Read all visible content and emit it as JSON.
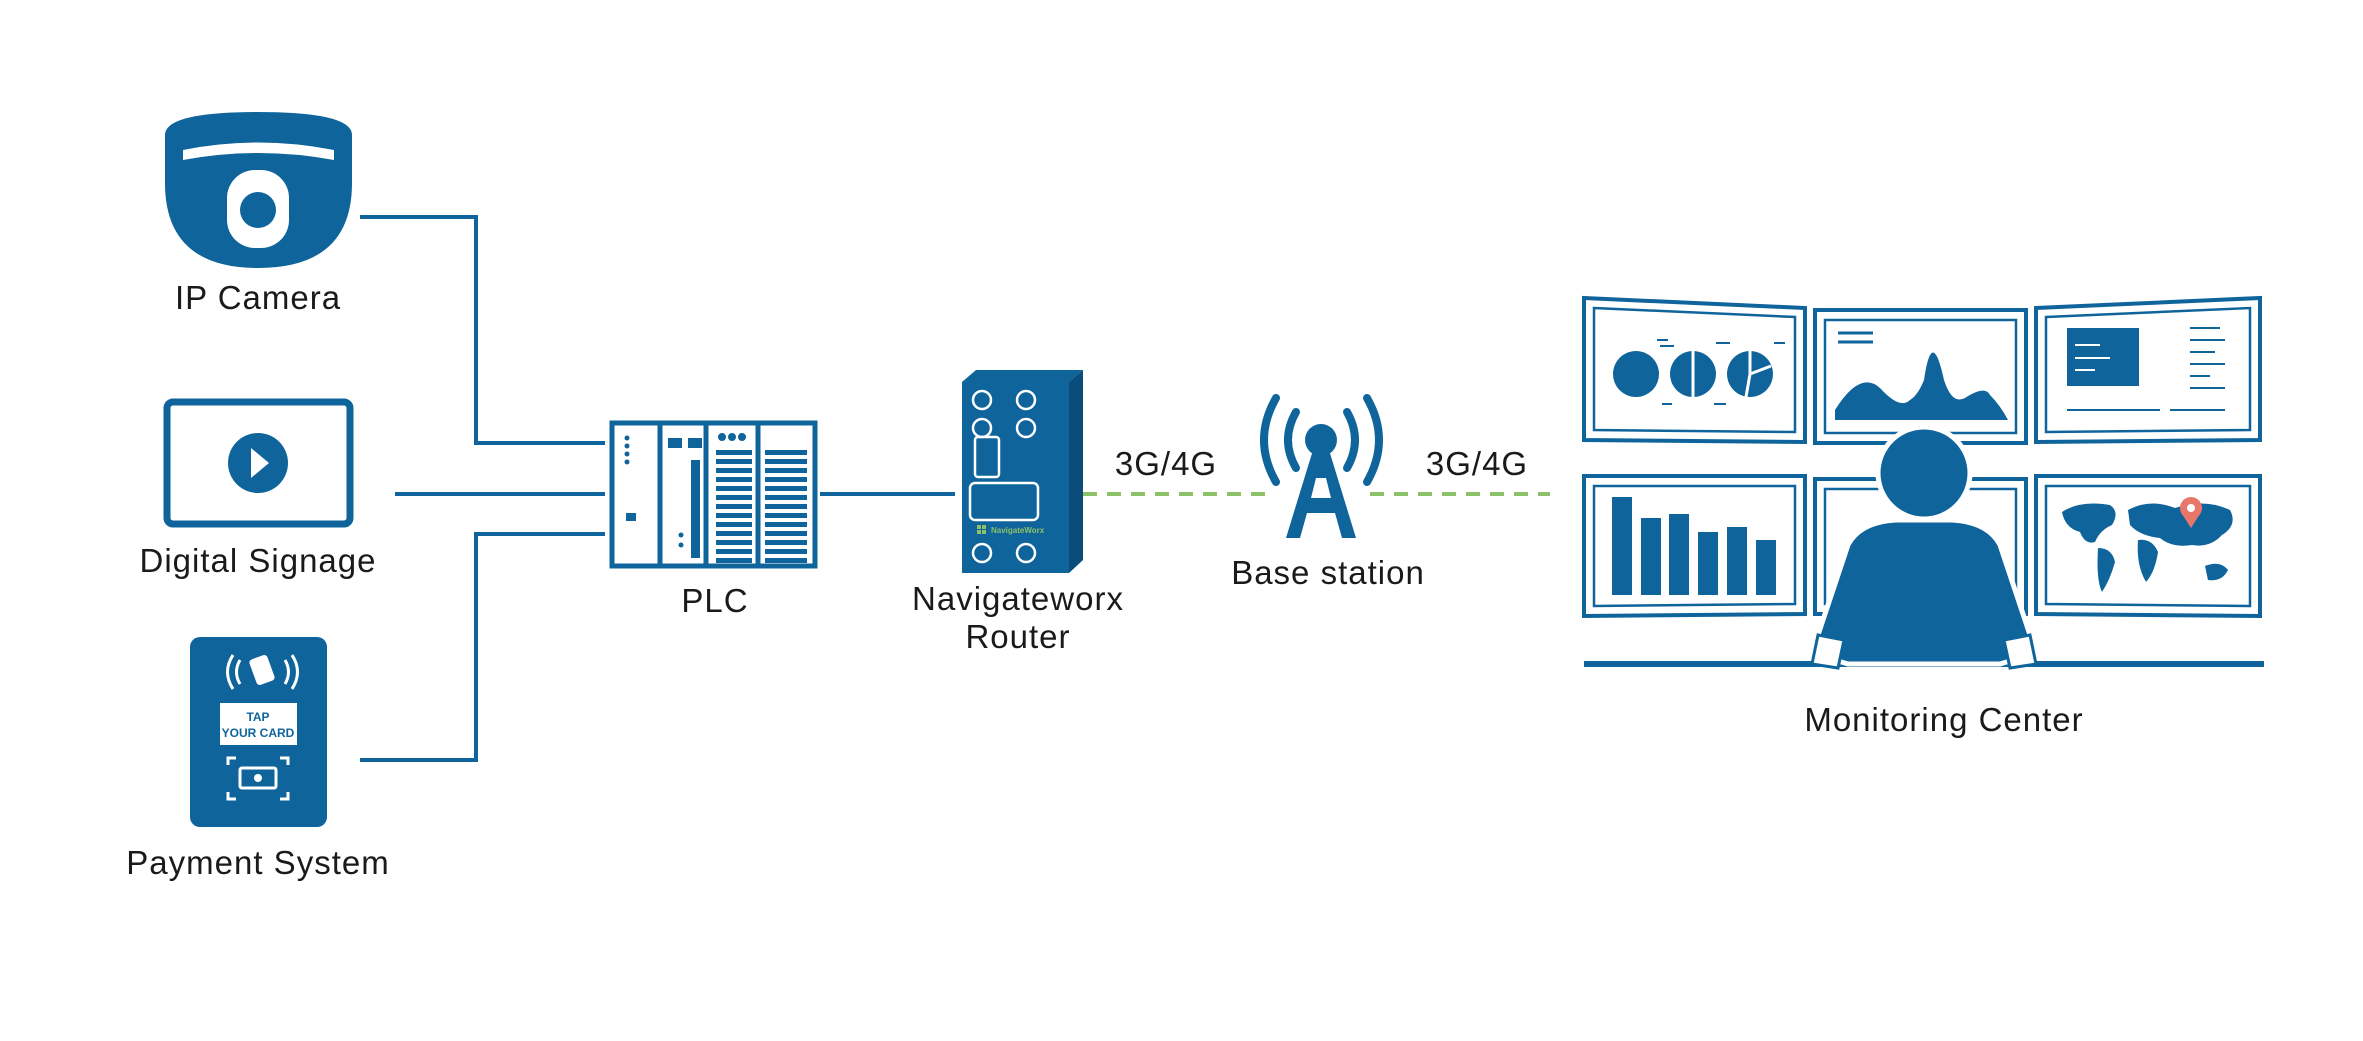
{
  "colors": {
    "primary": "#0f649b",
    "link_dashed": "#8dc169",
    "text": "#1a1a1a",
    "map_pin": "#e8776a"
  },
  "nodes": {
    "ip_camera": {
      "label": "IP Camera",
      "icon": "dome-camera-icon"
    },
    "digital_signage": {
      "label": "Digital Signage",
      "icon": "play-screen-icon"
    },
    "payment_system": {
      "label": "Payment System",
      "icon": "card-terminal-icon",
      "screen_text_line1": "TAP",
      "screen_text_line2": "YOUR CARD"
    },
    "plc": {
      "label": "PLC",
      "icon": "plc-icon"
    },
    "router": {
      "label_line1": "Navigateworx",
      "label_line2": "Router",
      "brand_text": "NavigateWorx",
      "icon": "router-icon"
    },
    "base_station": {
      "label": "Base station",
      "icon": "cell-tower-icon"
    },
    "monitoring_center": {
      "label": "Monitoring Center",
      "icon": "operator-monitors-icon"
    }
  },
  "links": {
    "left_network": "3G/4G",
    "right_network": "3G/4G"
  }
}
